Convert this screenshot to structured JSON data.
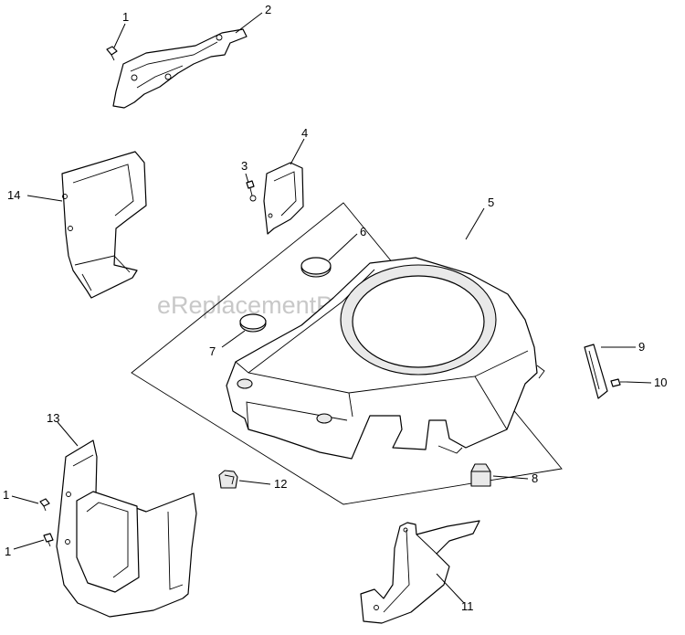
{
  "watermark": "eReplacementParts.com",
  "callouts": {
    "c1a": "1",
    "c2": "2",
    "c3": "3",
    "c4": "4",
    "c5": "5",
    "c6": "6",
    "c7": "7",
    "c8": "8",
    "c9": "9",
    "c10": "10",
    "c11": "11",
    "c12": "12",
    "c13": "13",
    "c14": "14",
    "c1b": "1",
    "c1c": "1"
  }
}
